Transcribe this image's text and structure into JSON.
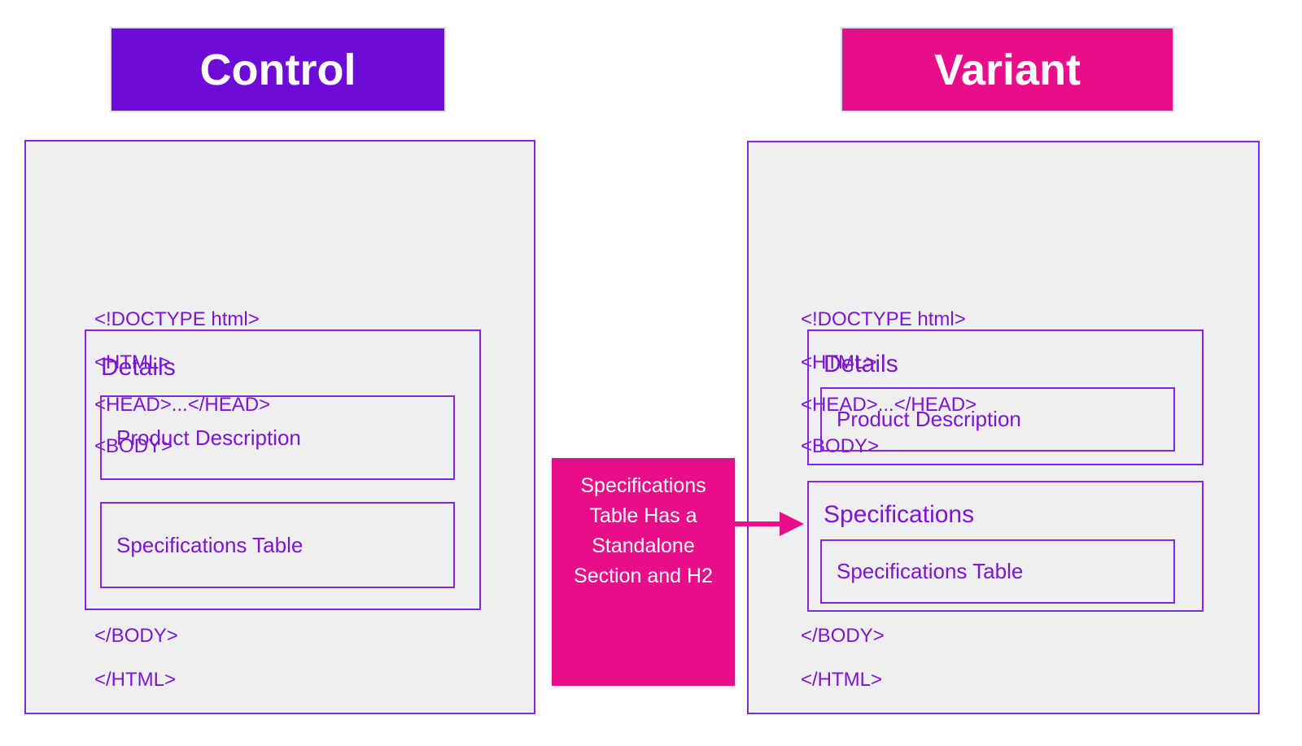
{
  "headers": {
    "control": "Control",
    "variant": "Variant"
  },
  "control": {
    "code_top": [
      "<!DOCTYPE html>",
      "<HTML>",
      "<HEAD>...</HEAD>",
      "<BODY>"
    ],
    "code_bottom": [
      "</BODY>",
      "</HTML>"
    ],
    "details_title": "Details",
    "product_box": "Product Description",
    "specs_box": "Specifications Table"
  },
  "variant": {
    "code_top": [
      "<!DOCTYPE html>",
      "<HTML>",
      "<HEAD>...</HEAD>",
      "<BODY>"
    ],
    "code_bottom": [
      "</BODY>",
      "</HTML>"
    ],
    "details_title": "Details",
    "product_box": "Product Description",
    "specs_title": "Specifications",
    "specs_box": "Specifications Table"
  },
  "annotation": {
    "label": "Specifications Table Has a Standalone Section and H2"
  },
  "colors": {
    "purple": "#6d0cd6",
    "pink": "#e80e8a",
    "panel_bg": "#efeef0",
    "line_purple": "#8326df",
    "text_purple": "#7d15d3"
  }
}
